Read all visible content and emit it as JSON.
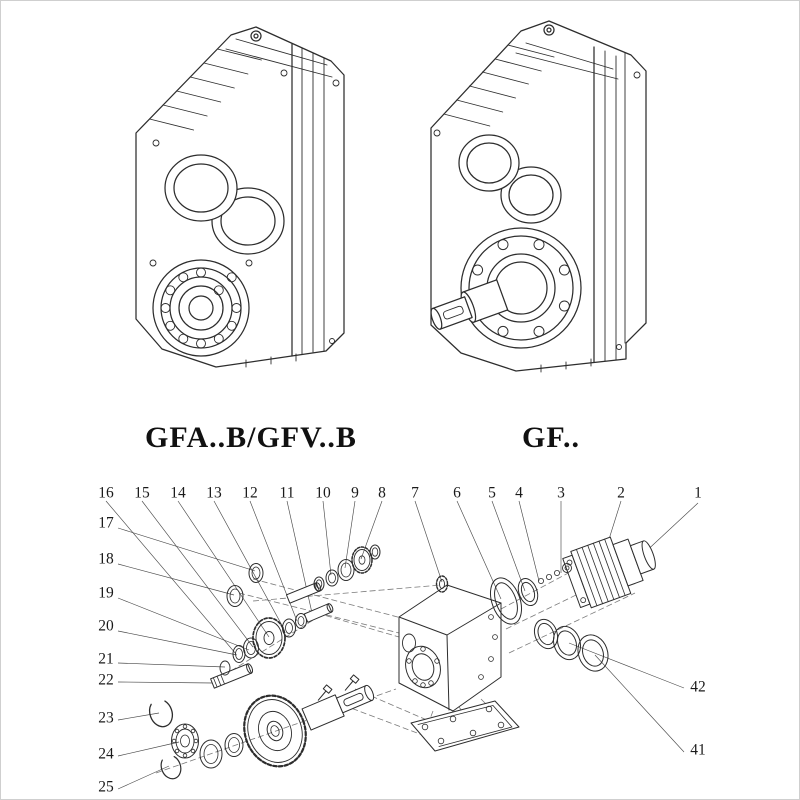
{
  "models": {
    "left_label": "GFA..B/GFV..B",
    "right_label": "GF.."
  },
  "exploded": {
    "top_callouts": [
      "16",
      "15",
      "14",
      "13",
      "12",
      "11",
      "10",
      "9",
      "8",
      "7",
      "6",
      "5",
      "4",
      "3",
      "2",
      "1"
    ],
    "left_callouts": [
      "17",
      "18",
      "19",
      "20",
      "21",
      "22",
      "23",
      "24",
      "25"
    ],
    "right_callouts": [
      "42",
      "41"
    ]
  },
  "colors": {
    "ink": "#2d2d2d",
    "leader": "#4a4a4a",
    "background": "#ffffff"
  }
}
